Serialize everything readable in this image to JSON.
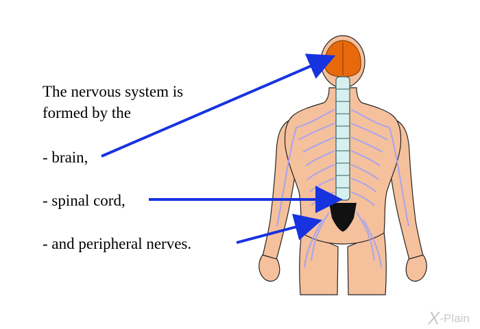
{
  "intro": {
    "line1": "The nervous system is",
    "line2": "formed by the"
  },
  "items": [
    {
      "label": "- brain,",
      "target": "brain"
    },
    {
      "label": "- spinal cord,",
      "target": "spinal-cord"
    },
    {
      "label": "- and peripheral nerves.",
      "target": "peripheral-nerves"
    }
  ],
  "logo": {
    "mark": "X",
    "text": "-Plain"
  },
  "colors": {
    "skin": "#f5c09c",
    "brain": "#e8690c",
    "arrow": "#1733e0",
    "nerve": "#a6a4f0",
    "spine": "#d8efef",
    "sacrum": "#111111"
  }
}
